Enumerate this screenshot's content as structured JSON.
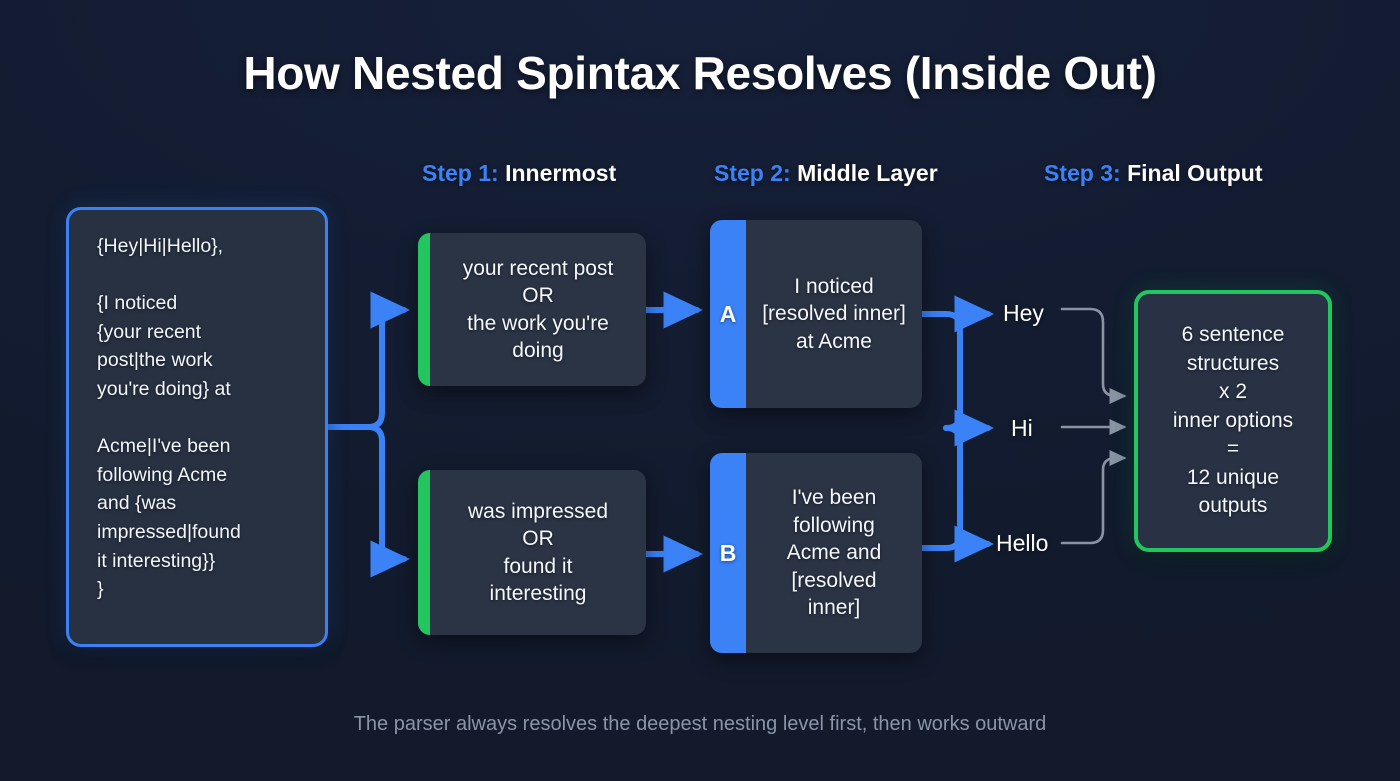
{
  "title": "How Nested Spintax Resolves (Inside Out)",
  "footer": "The parser always resolves the deepest nesting level first, then works outward",
  "colors": {
    "background": "#131c31",
    "accent_blue": "#3b82f6",
    "accent_green": "#22c55e",
    "card_fill": "#2b3445",
    "text_primary": "#f4f7fb",
    "text_muted": "#8b95a8",
    "arrow_grey": "#8a93a3"
  },
  "steps": [
    {
      "num": "Step 1:",
      "label": "Innermost"
    },
    {
      "num": "Step 2:",
      "label": "Middle Layer"
    },
    {
      "num": "Step 3:",
      "label": "Final Output"
    }
  ],
  "source": {
    "text": "{Hey|Hi|Hello},\n\n{I noticed\n{your recent\npost|the work\nyou're doing} at\n\nAcme|I've been\nfollowing Acme\nand {was\nimpressed|found\nit interesting}}\n}"
  },
  "step1_cards": [
    {
      "accent": "green",
      "text": "your recent post\nOR\nthe work you're\ndoing"
    },
    {
      "accent": "green",
      "text": "was impressed\nOR\nfound it\ninteresting"
    }
  ],
  "step2_cards": [
    {
      "accent": "blue",
      "badge": "A",
      "text": "I noticed\n[resolved inner]\nat Acme"
    },
    {
      "accent": "blue",
      "badge": "B",
      "text": "I've been\nfollowing\nAcme and\n[resolved\ninner]"
    }
  ],
  "greetings": [
    "Hey",
    "Hi",
    "Hello"
  ],
  "result": {
    "text": "6 sentence\nstructures\nx 2\ninner options\n=\n12 unique\noutputs"
  }
}
